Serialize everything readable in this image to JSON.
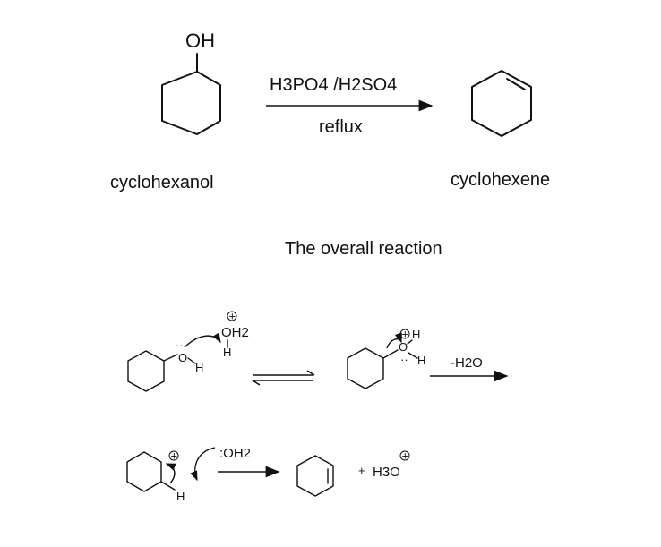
{
  "overall": {
    "reactant_substituent": "OH",
    "reagents_main": "H3PO4 /H2SO4",
    "condition": "reflux",
    "reactant_name": "cyclohexanol",
    "product_name": "cyclohexene",
    "caption": "The overall reaction"
  },
  "mechanism": {
    "step1_acid": "OH2",
    "step1_alcohol_O": "O",
    "step1_H": "H",
    "step1_acid_H": "H",
    "step2_H_top": "H",
    "step2_O": "O",
    "step2_H_right": "H",
    "step2_reagent": "-H2O",
    "step3_water": ":OH2",
    "step3_H": "H",
    "step3_byproduct": "H3O",
    "plus_sign": "+",
    "charge_symbol": "+"
  }
}
